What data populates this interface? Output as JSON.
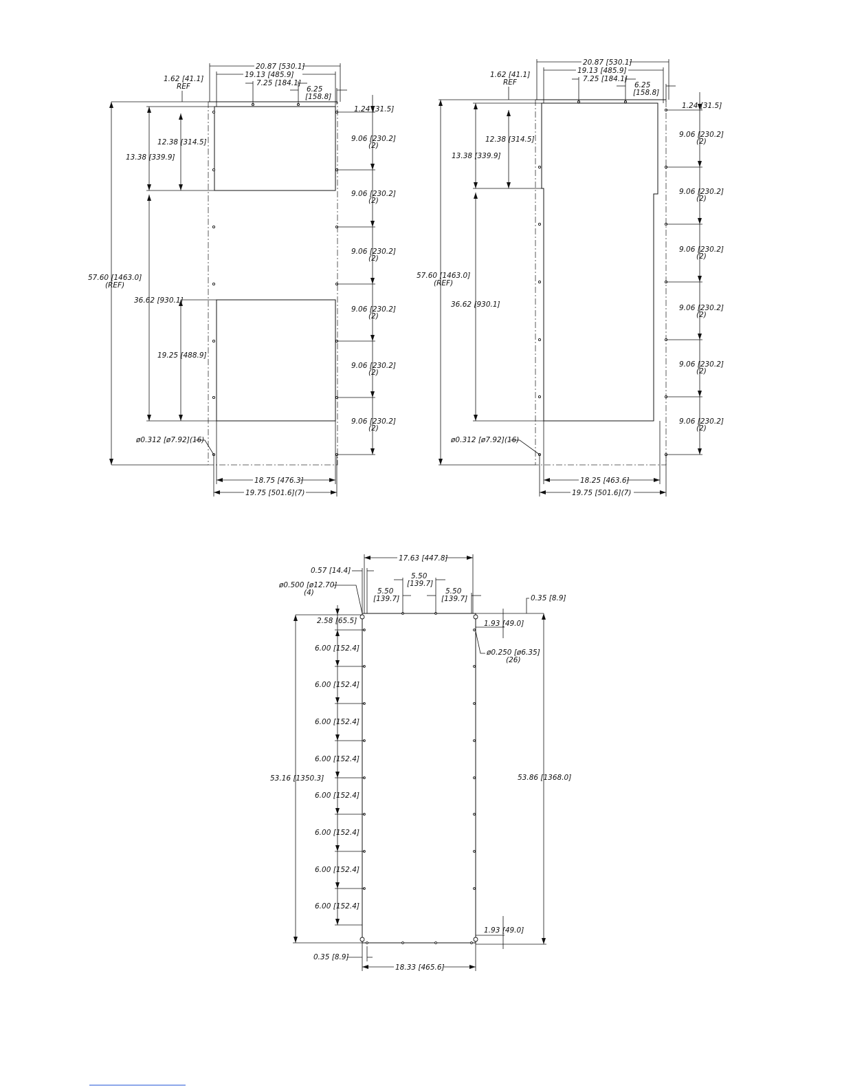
{
  "left_view": {
    "overall_width": "20.87 [530.1]",
    "inner_width": "19.13 [485.9]",
    "ref_offset": "1.62 [41.1]",
    "ref_tag": "REF",
    "hole_offset_a": "7.25 [184.1]",
    "hole_offset_b_in": "6.25",
    "hole_offset_b_mm": "[158.8]",
    "top_edge": "1.24 [31.5]",
    "upper_cutout_height": "12.38 [314.5]",
    "upper_cutout_offset": "13.38 [339.9]",
    "overall_height": "57.60 [1463.0]",
    "overall_height_tag": "(REF)",
    "lower_offset": "36.62 [930.1]",
    "lower_cutout_height": "19.25 [488.9]",
    "hole_spec": "ø0.312 [ø7.92](16)",
    "pitch": "9.06 [230.2]",
    "pitch_count": "(2)",
    "bottom_inner": "18.75 [476.3]",
    "bottom_outer": "19.75 [501.6](7)"
  },
  "right_view": {
    "overall_width": "20.87 [530.1]",
    "inner_width": "19.13 [485.9]",
    "ref_offset": "1.62 [41.1]",
    "ref_tag": "REF",
    "hole_offset_a": "7.25 [184.1]",
    "hole_offset_b_in": "6.25",
    "hole_offset_b_mm": "[158.8]",
    "top_edge": "1.24 [31.5]",
    "upper_cutout_height": "12.38 [314.5]",
    "upper_cutout_offset": "13.38 [339.9]",
    "overall_height": "57.60 [1463.0]",
    "overall_height_tag": "(REF)",
    "lower_offset": "36.62 [930.1]",
    "hole_spec": "ø0.312 [ø7.92](16)",
    "pitch": "9.06 [230.2]",
    "pitch_count": "(2)",
    "bottom_inner": "18.25 [463.6]",
    "bottom_outer": "19.75 [501.6](7)"
  },
  "bottom_view": {
    "top_width": "17.63 [447.8]",
    "corner_offset": "0.57 [14.4]",
    "corner_hole_spec": "ø0.500 [ø12.70]",
    "corner_hole_count": "(4)",
    "mid_spacing_in": "5.50",
    "mid_spacing_mm": "[139.7]",
    "left_spacing_in": "5.50",
    "left_spacing_mm": "[139.7]",
    "right_spacing_in": "5.50",
    "right_spacing_mm": "[139.7]",
    "top_right_offset": "0.35 [8.9]",
    "top_first": "2.58 [65.5]",
    "right_top": "1.93 [49.0]",
    "small_hole_spec": "ø0.250 [ø6.35]",
    "small_hole_count": "(26)",
    "pitch": "6.00 [152.4]",
    "left_height": "53.16 [1350.3]",
    "right_height": "53.86 [1368.0]",
    "right_bottom": "1.93 [49.0]",
    "bottom_left_offset": "0.35 [8.9]",
    "bottom_width": "18.33 [465.6]"
  }
}
